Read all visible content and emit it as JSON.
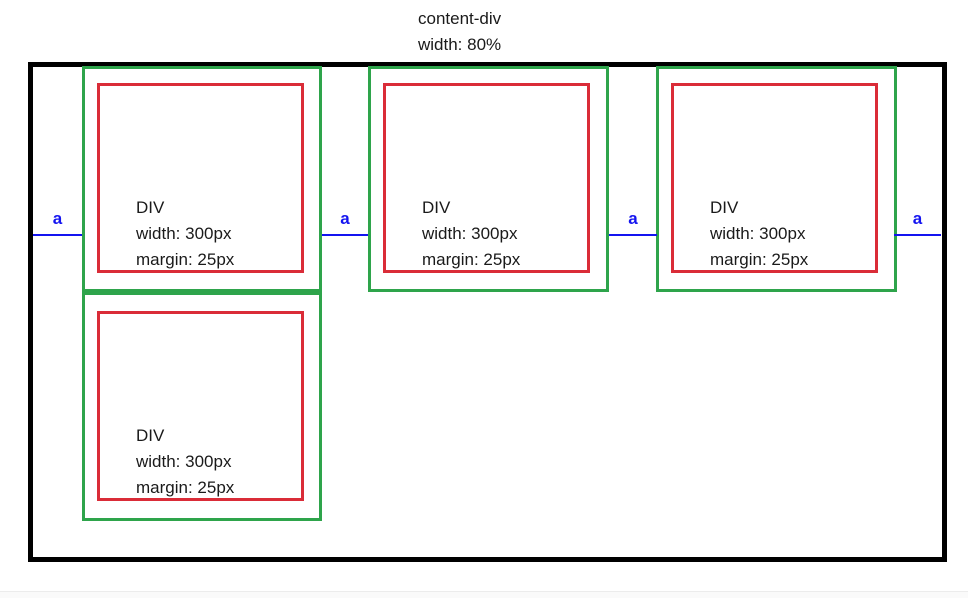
{
  "caption": {
    "title_line": "content-div",
    "width_line": "width: 80%"
  },
  "div_boxes": [
    {
      "lines": [
        "DIV",
        "width: 300px",
        "margin: 25px"
      ]
    },
    {
      "lines": [
        "DIV",
        "width: 300px",
        "margin: 25px"
      ]
    },
    {
      "lines": [
        "DIV",
        "width: 300px",
        "margin: 25px"
      ]
    },
    {
      "lines": [
        "DIV",
        "width: 300px",
        "margin: 25px"
      ]
    }
  ],
  "margin_markers": [
    {
      "label": "a"
    },
    {
      "label": "a"
    },
    {
      "label": "a"
    },
    {
      "label": "a"
    }
  ],
  "colors": {
    "outer-border": "#000000",
    "margin-box-border": "#2EA44B",
    "div-border": "#DA2C38",
    "marker-blue": "#1414F0",
    "text": "#1A1A1A"
  }
}
